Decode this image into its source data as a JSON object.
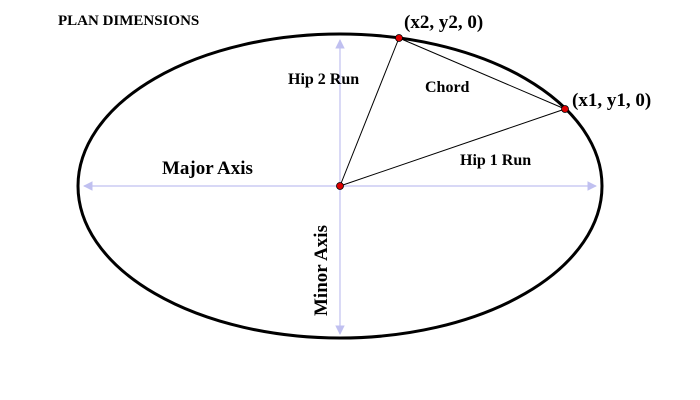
{
  "diagram": {
    "title": "PLAN DIMENSIONS",
    "labels": {
      "major_axis": "Major Axis",
      "minor_axis": "Minor Axis",
      "hip1_run": "Hip 1 Run",
      "hip2_run": "Hip 2 Run",
      "chord": "Chord",
      "point1": "(x1, y1, 0)",
      "point2": "(x2, y2, 0)"
    },
    "colors": {
      "outline": "#000000",
      "axis_arrows": "#c0c0f0",
      "points": "#dd0000",
      "background": "#ffffff"
    }
  }
}
